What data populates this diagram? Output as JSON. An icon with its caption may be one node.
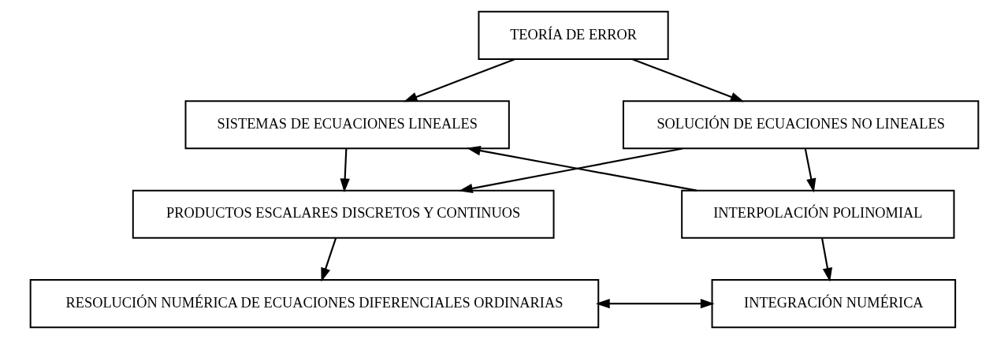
{
  "diagram": {
    "nodes": [
      {
        "text": [
          "TEORÍA DE ERROR"
        ]
      },
      {
        "text": [
          "SISTEMAS DE ECUACIONES LINEALES"
        ]
      },
      {
        "text": [
          "SOLUCIÓN DE ECUACIONES NO LINEALES"
        ]
      },
      {
        "text": [
          "PRODUCTOS ESCALARES DISCRETOS Y CONTINUOS"
        ]
      },
      {
        "text": [
          "INTERPOLACIÓN POLINOMIAL"
        ]
      },
      {
        "text": [
          "RESOLUCIÓN NUMÉRICA DE ECUACIONES DIFERENCIALES ORDINARIAS"
        ]
      },
      {
        "text": [
          "INTEGRACIÓN NUMÉRICA"
        ]
      }
    ],
    "edges": [
      {
        "from": 0,
        "to": 1,
        "arrow": "to"
      },
      {
        "from": 0,
        "to": 2,
        "arrow": "to"
      },
      {
        "from": 1,
        "to": 3,
        "arrow": "to"
      },
      {
        "from": 2,
        "to": 4,
        "arrow": "to"
      },
      {
        "from": 2,
        "to": 3,
        "arrow": "to"
      },
      {
        "from": 4,
        "to": 1,
        "arrow": "to"
      },
      {
        "from": 3,
        "to": 5,
        "arrow": "to"
      },
      {
        "from": 4,
        "to": 6,
        "arrow": "to"
      },
      {
        "from": 5,
        "to": 6,
        "arrow": "both"
      }
    ]
  }
}
